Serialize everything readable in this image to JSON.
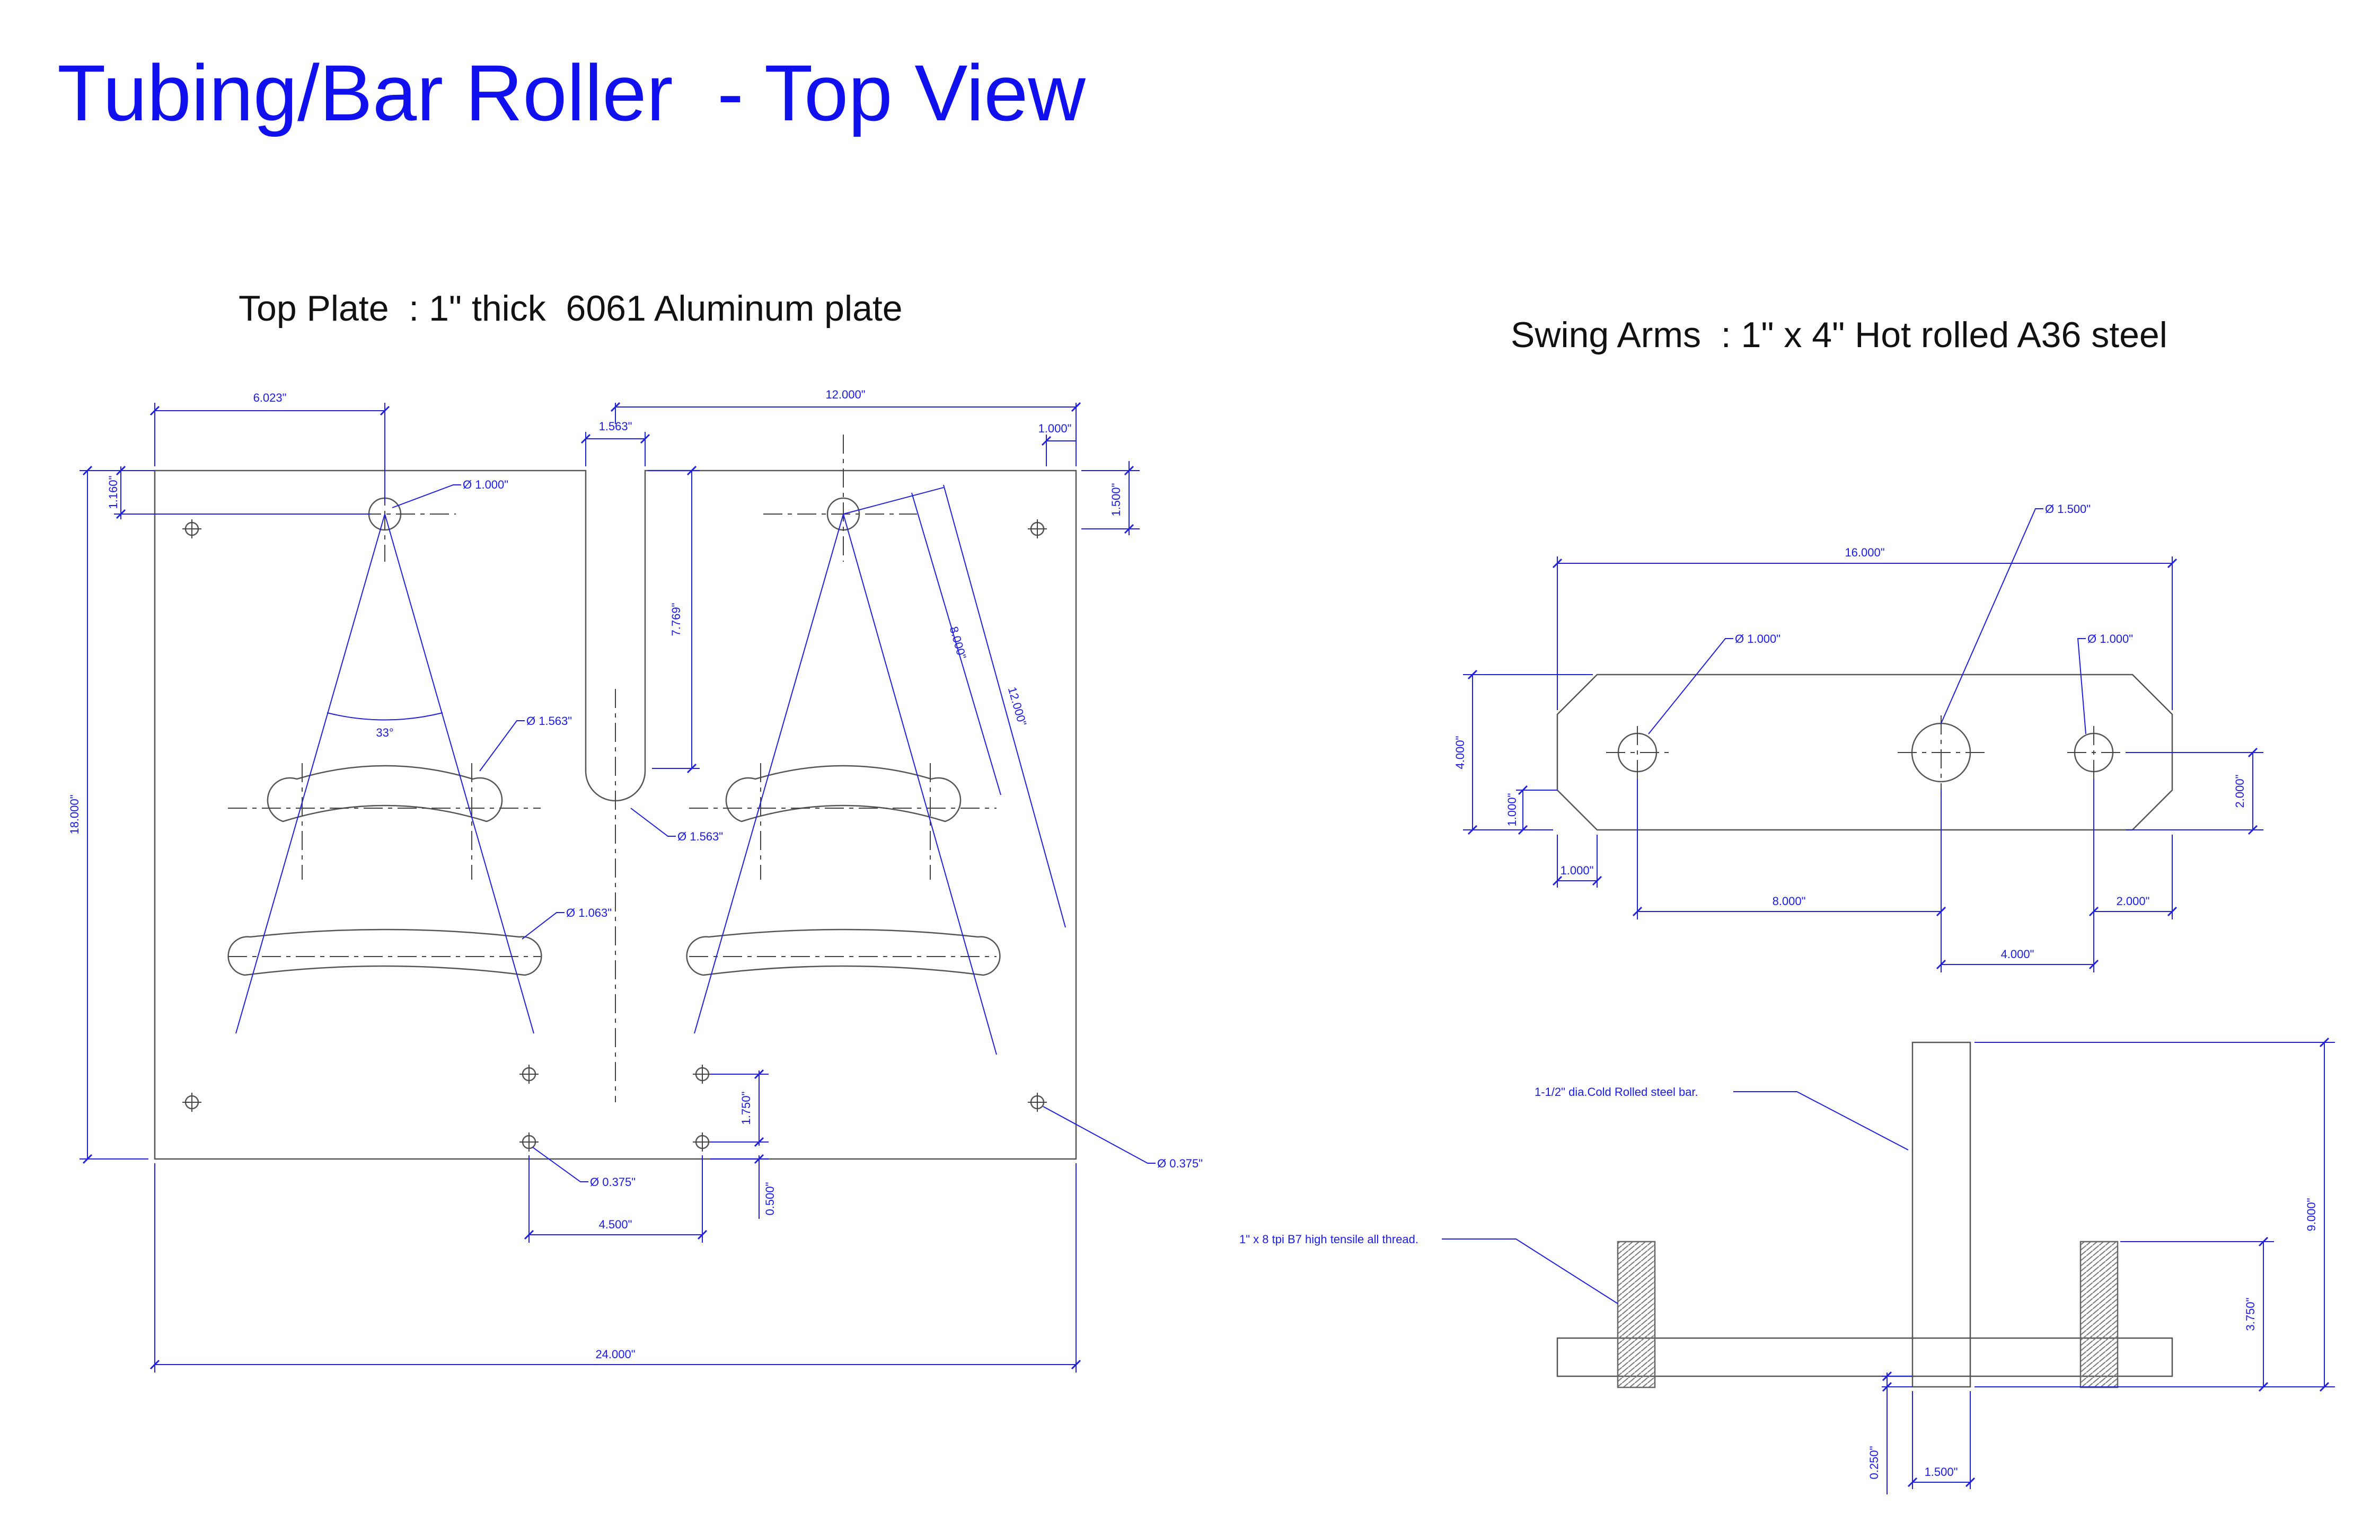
{
  "title": "Tubing/Bar Roller  - Top View",
  "top_plate": {
    "heading": "Top Plate  : 1\" thick  6061 Aluminum plate",
    "dims": {
      "hole_offset_x": "6.023\"",
      "slot_spacing": "12.000\"",
      "slot_width": "1.563\"",
      "edge_1": "1.000\"",
      "edge_top": "1.500\"",
      "hole_offset_y": "1.160\"",
      "pivot_dia": "Ø 1.000\"",
      "slot_length": "7.769\"",
      "angle": "33°",
      "arc_slot_1": "Ø 1.563\"",
      "slot_end_dia": "Ø 1.563\"",
      "arc_slot_2": "Ø 1.063\"",
      "radius_8": "8.000\"",
      "radius_12": "12.000\"",
      "height": "18.000\"",
      "mount_spacing_y": "1.750\"",
      "mount_edge": "0.500\"",
      "mount_dia_bottom": "Ø 0.375\"",
      "mount_dia_right": "Ø 0.375\"",
      "mount_spacing_x": "4.500\"",
      "width": "24.000\""
    }
  },
  "swing_arms": {
    "heading": "Swing Arms  : 1\" x 4\" Hot rolled A36 steel",
    "dims": {
      "center_hole": "Ø 1.500\"",
      "length": "16.000\"",
      "hole_left": "Ø 1.000\"",
      "hole_right": "Ø 1.000\"",
      "width": "4.000\"",
      "chamfer_y": "1.000\"",
      "chamfer_x": "1.000\"",
      "hole_height": "2.000\"",
      "spacing_8": "8.000\"",
      "end_2": "2.000\"",
      "spacing_4": "4.000\"",
      "bar_note": "1-1/2\" dia.Cold Rolled steel bar.",
      "bar_height": "9.000\"",
      "thread_note": "1\" x 8 tpi B7 high tensile all thread.",
      "thread_height": "3.750\"",
      "offset": "0.250\"",
      "bar_dia": "1.500\""
    }
  }
}
